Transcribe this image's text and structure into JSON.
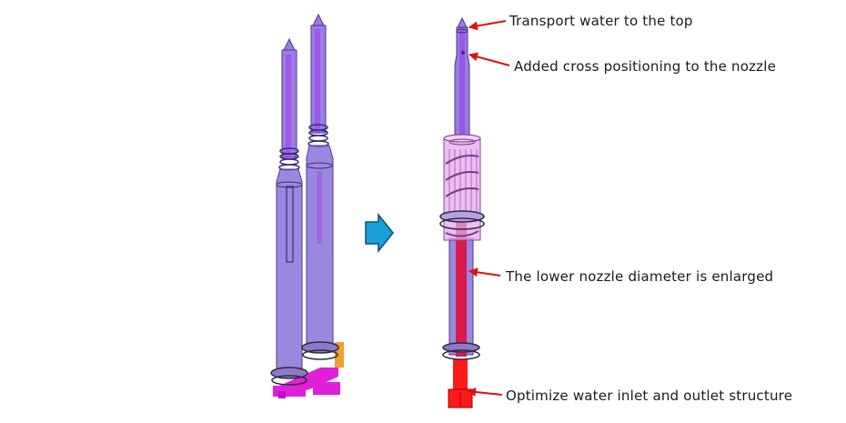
{
  "annotations": [
    {
      "id": "top",
      "text": "Transport water to the top"
    },
    {
      "id": "cross",
      "text": "Added cross positioning to the nozzle"
    },
    {
      "id": "lower",
      "text": "The lower nozzle diameter is enlarged"
    },
    {
      "id": "inlet",
      "text": "Optimize water inlet and outlet structure"
    }
  ],
  "colors": {
    "background": "#ffffff",
    "nozzle_body": "#7b5fd6",
    "nozzle_core": "#9b3be0",
    "sleeve": "#e6a8f0",
    "water_channel": "#d81b4a",
    "inlet": "#ff1a1a",
    "base_frame": "#e020d8",
    "base_bracket": "#f0a030",
    "arrow_fill": "#1aa0d8",
    "callout_arrow": "#e01010",
    "text": "#1a1a1a"
  },
  "icons": [
    "transition-arrow-icon",
    "callout-arrow-icon"
  ]
}
